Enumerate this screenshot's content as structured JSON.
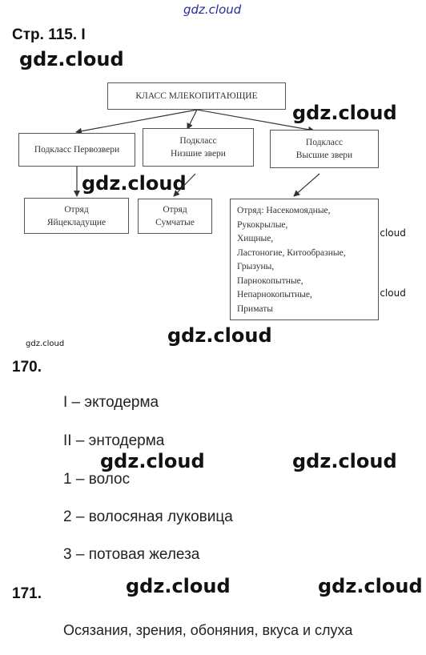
{
  "watermark": "gdz.cloud",
  "page_heading": "Стр. 115. I",
  "diagram": {
    "root": "КЛАСС МЛЕКОПИТАЮЩИЕ",
    "subclasses": [
      {
        "line1": "Подкласс Первозвери",
        "line2": ""
      },
      {
        "line1": "Подкласс",
        "line2": "Низшие звери"
      },
      {
        "line1": "Подкласс",
        "line2": "Высшие звери"
      }
    ],
    "order1": {
      "line1": "Отряд",
      "line2": "Яйцекладущие"
    },
    "order2": {
      "line1": "Отряд",
      "line2": "Сумчатые"
    },
    "order3": [
      "Отряд: Насекомоядные,",
      "Рукокрылые,",
      "Хищные,",
      "Ластоногие, Китообразные,",
      "Грызуны,",
      "Парнокопытные,",
      "Непарнокопытные,",
      "Приматы"
    ]
  },
  "task170": {
    "number": "170.",
    "items": [
      "I – эктодерма",
      "II – энтодерма",
      "1 – волос",
      "2 – волосяная луковица",
      "3 – потовая железа"
    ]
  },
  "task171": {
    "number": "171.",
    "answer": "Осязания, зрения, обоняния, вкуса и слуха"
  }
}
